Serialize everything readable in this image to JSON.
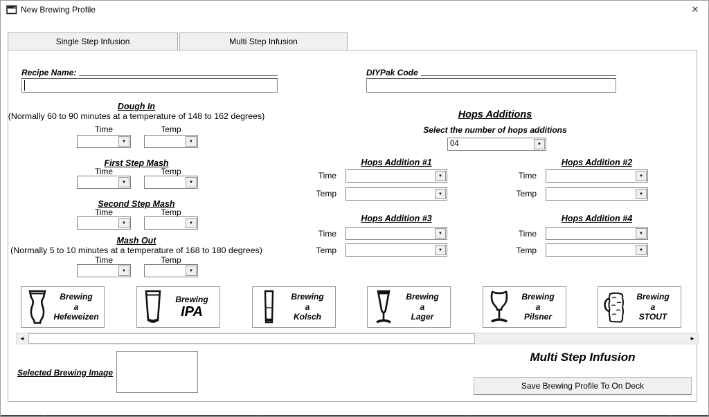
{
  "window": {
    "title": "New Brewing Profile"
  },
  "icons": {
    "close": "✕",
    "combo_arrow": "▼",
    "scroll_left": "◄",
    "scroll_right": "►"
  },
  "colors": {
    "button_face": "#f0f0f0",
    "text": "#000000",
    "background": "#ffffff"
  },
  "tabs": [
    {
      "label": "Single Step Infusion"
    },
    {
      "label": "Multi Step Infusion"
    }
  ],
  "recipe": {
    "label": "Recipe Name:",
    "value": ""
  },
  "diypak": {
    "label": "DIYPak Code",
    "value": ""
  },
  "mash_steps": [
    {
      "heading": "Dough In",
      "note": "(Normally 60 to 90 minutes at a temperature of 148 to 162 degrees)",
      "time_label": "Time",
      "temp_label": "Temp",
      "time_value": "",
      "temp_value": ""
    },
    {
      "heading": "First Step Mash",
      "note": "",
      "time_label": "Time",
      "temp_label": "Temp",
      "time_value": "",
      "temp_value": ""
    },
    {
      "heading": "Second Step Mash",
      "note": "",
      "time_label": "Time",
      "temp_label": "Temp",
      "time_value": "",
      "temp_value": ""
    },
    {
      "heading": "Mash Out",
      "note": "(Normally 5 to 10 minutes at a temperature of 168 to 180 degrees)",
      "time_label": "Time",
      "temp_label": "Temp",
      "time_value": "",
      "temp_value": ""
    }
  ],
  "hops": {
    "heading": "Hops Additions",
    "select_label": "Select the number of hops additions",
    "count": "04",
    "additions": [
      {
        "heading": "Hops Addition #1",
        "time_label": "Time",
        "temp_label": "Temp",
        "time_value": "",
        "temp_value": ""
      },
      {
        "heading": "Hops Addition #2",
        "time_label": "Time",
        "temp_label": "Temp",
        "time_value": "",
        "temp_value": ""
      },
      {
        "heading": "Hops Addition #3",
        "time_label": "Time",
        "temp_label": "Temp",
        "time_value": "",
        "temp_value": ""
      },
      {
        "heading": "Hops Addition #4",
        "time_label": "Time",
        "temp_label": "Temp",
        "time_value": "",
        "temp_value": ""
      }
    ]
  },
  "gallery": [
    {
      "line1": "Brewing",
      "line2": "a",
      "line3": "Hefeweizen"
    },
    {
      "line1": "Brewing",
      "line2": "IPA",
      "line3": ""
    },
    {
      "line1": "Brewing",
      "line2": "a",
      "line3": "Kolsch"
    },
    {
      "line1": "Brewing",
      "line2": "a",
      "line3": "Lager"
    },
    {
      "line1": "Brewing",
      "line2": "a",
      "line3": "Pilsner"
    },
    {
      "line1": "Brewing",
      "line2": "a",
      "line3": "STOUT"
    }
  ],
  "selected_image": {
    "label": "Selected Brewing Image"
  },
  "footer": {
    "heading": "Multi Step Infusion",
    "save_button": "Save Brewing Profile To On Deck"
  }
}
